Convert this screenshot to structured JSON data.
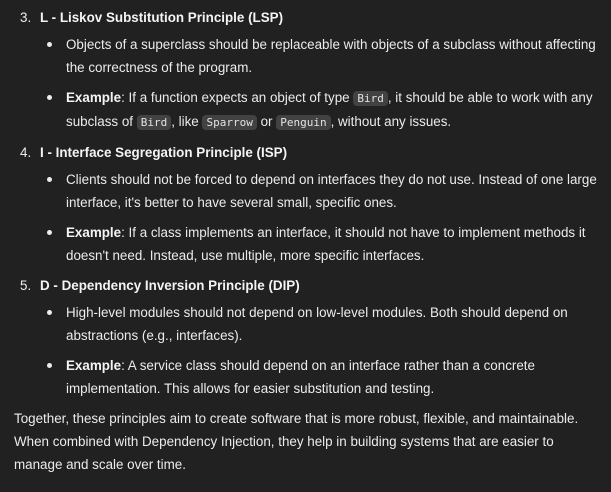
{
  "sections": [
    {
      "number": "3.",
      "title": "L - Liskov Substitution Principle (LSP)",
      "bullet1": "Objects of a superclass should be replaceable with objects of a subclass without affecting the correctness of the program.",
      "example_label": "Example",
      "ex_t1": ": If a function expects an object of type ",
      "ex_c1": "Bird",
      "ex_t2": ", it should be able to work with any subclass of ",
      "ex_c2": "Bird",
      "ex_t3": ", like ",
      "ex_c3": "Sparrow",
      "ex_t4": " or ",
      "ex_c4": "Penguin",
      "ex_t5": ", without any issues."
    },
    {
      "number": "4.",
      "title": "I - Interface Segregation Principle (ISP)",
      "bullet1": "Clients should not be forced to depend on interfaces they do not use. Instead of one large interface, it's better to have several small, specific ones.",
      "example_label": "Example",
      "ex_text": ": If a class implements an interface, it should not have to implement methods it doesn't need. Instead, use multiple, more specific interfaces."
    },
    {
      "number": "5.",
      "title": "D - Dependency Inversion Principle (DIP)",
      "bullet1": "High-level modules should not depend on low-level modules. Both should depend on abstractions (e.g., interfaces).",
      "example_label": "Example",
      "ex_text": ": A service class should depend on an interface rather than a concrete implementation. This allows for easier substitution and testing."
    }
  ],
  "summary": "Together, these principles aim to create software that is more robust, flexible, and maintainable. When combined with Dependency Injection, they help in building systems that are easier to manage and scale over time."
}
